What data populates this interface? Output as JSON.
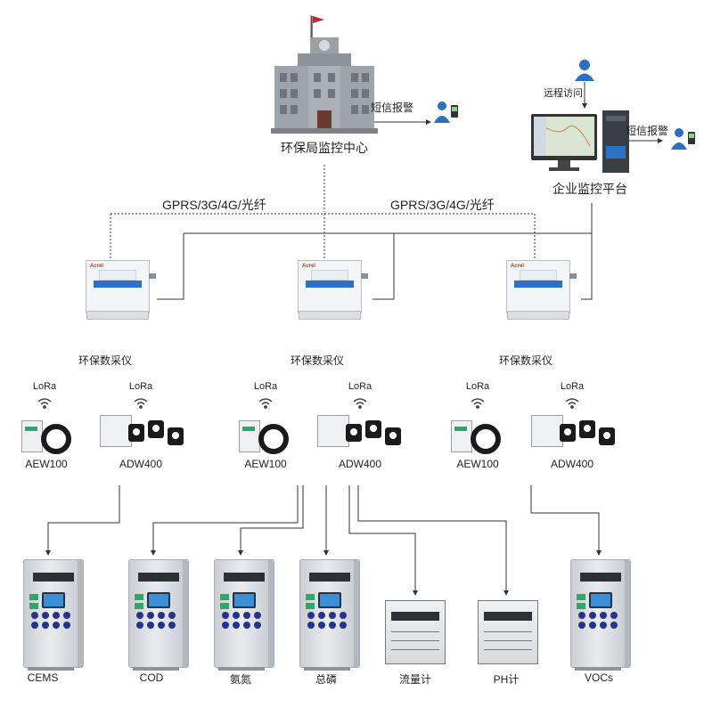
{
  "top": {
    "epb_center": "环保局监控中心",
    "sms_left": "短信报警",
    "remote_access": "远程访问",
    "sms_right": "短信报警",
    "enterprise_platform": "企业监控平台"
  },
  "network": {
    "left_label": "GPRS/3G/4G/光纤",
    "right_label": "GPRS/3G/4G/光纤"
  },
  "collectors": [
    {
      "label": "环保数采仪"
    },
    {
      "label": "环保数采仪"
    },
    {
      "label": "环保数采仪"
    }
  ],
  "meter_groups": [
    {
      "lora_a": "LoRa",
      "lora_b": "LoRa",
      "meter_a": "AEW100",
      "meter_b": "ADW400"
    },
    {
      "lora_a": "LoRa",
      "lora_b": "LoRa",
      "meter_a": "AEW100",
      "meter_b": "ADW400"
    },
    {
      "lora_a": "LoRa",
      "lora_b": "LoRa",
      "meter_a": "AEW100",
      "meter_b": "ADW400"
    }
  ],
  "devices": [
    "CEMS",
    "COD",
    "氨氮",
    "总磷",
    "流量计",
    "PH计",
    "VOCs"
  ],
  "colors": {
    "building": "#8d939a",
    "flag": "#c62828",
    "person": "#2b6fc2",
    "line": "#333333"
  }
}
